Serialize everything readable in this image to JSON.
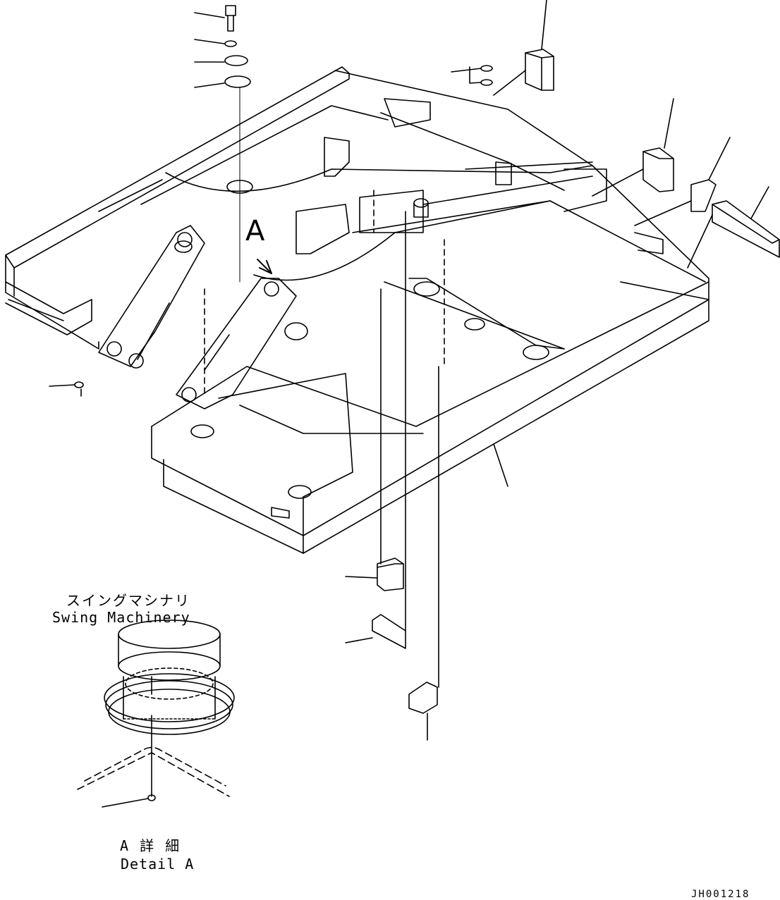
{
  "labels": {
    "view_letter": "A",
    "swing_machinery_jp": "スイングマシナリ",
    "swing_machinery_en": "Swing Machinery",
    "detail_jp": "A 詳 細",
    "detail_en": "Detail A",
    "drawing_id": "JH001218"
  },
  "colors": {
    "line": "#000000",
    "background": "#ffffff"
  }
}
